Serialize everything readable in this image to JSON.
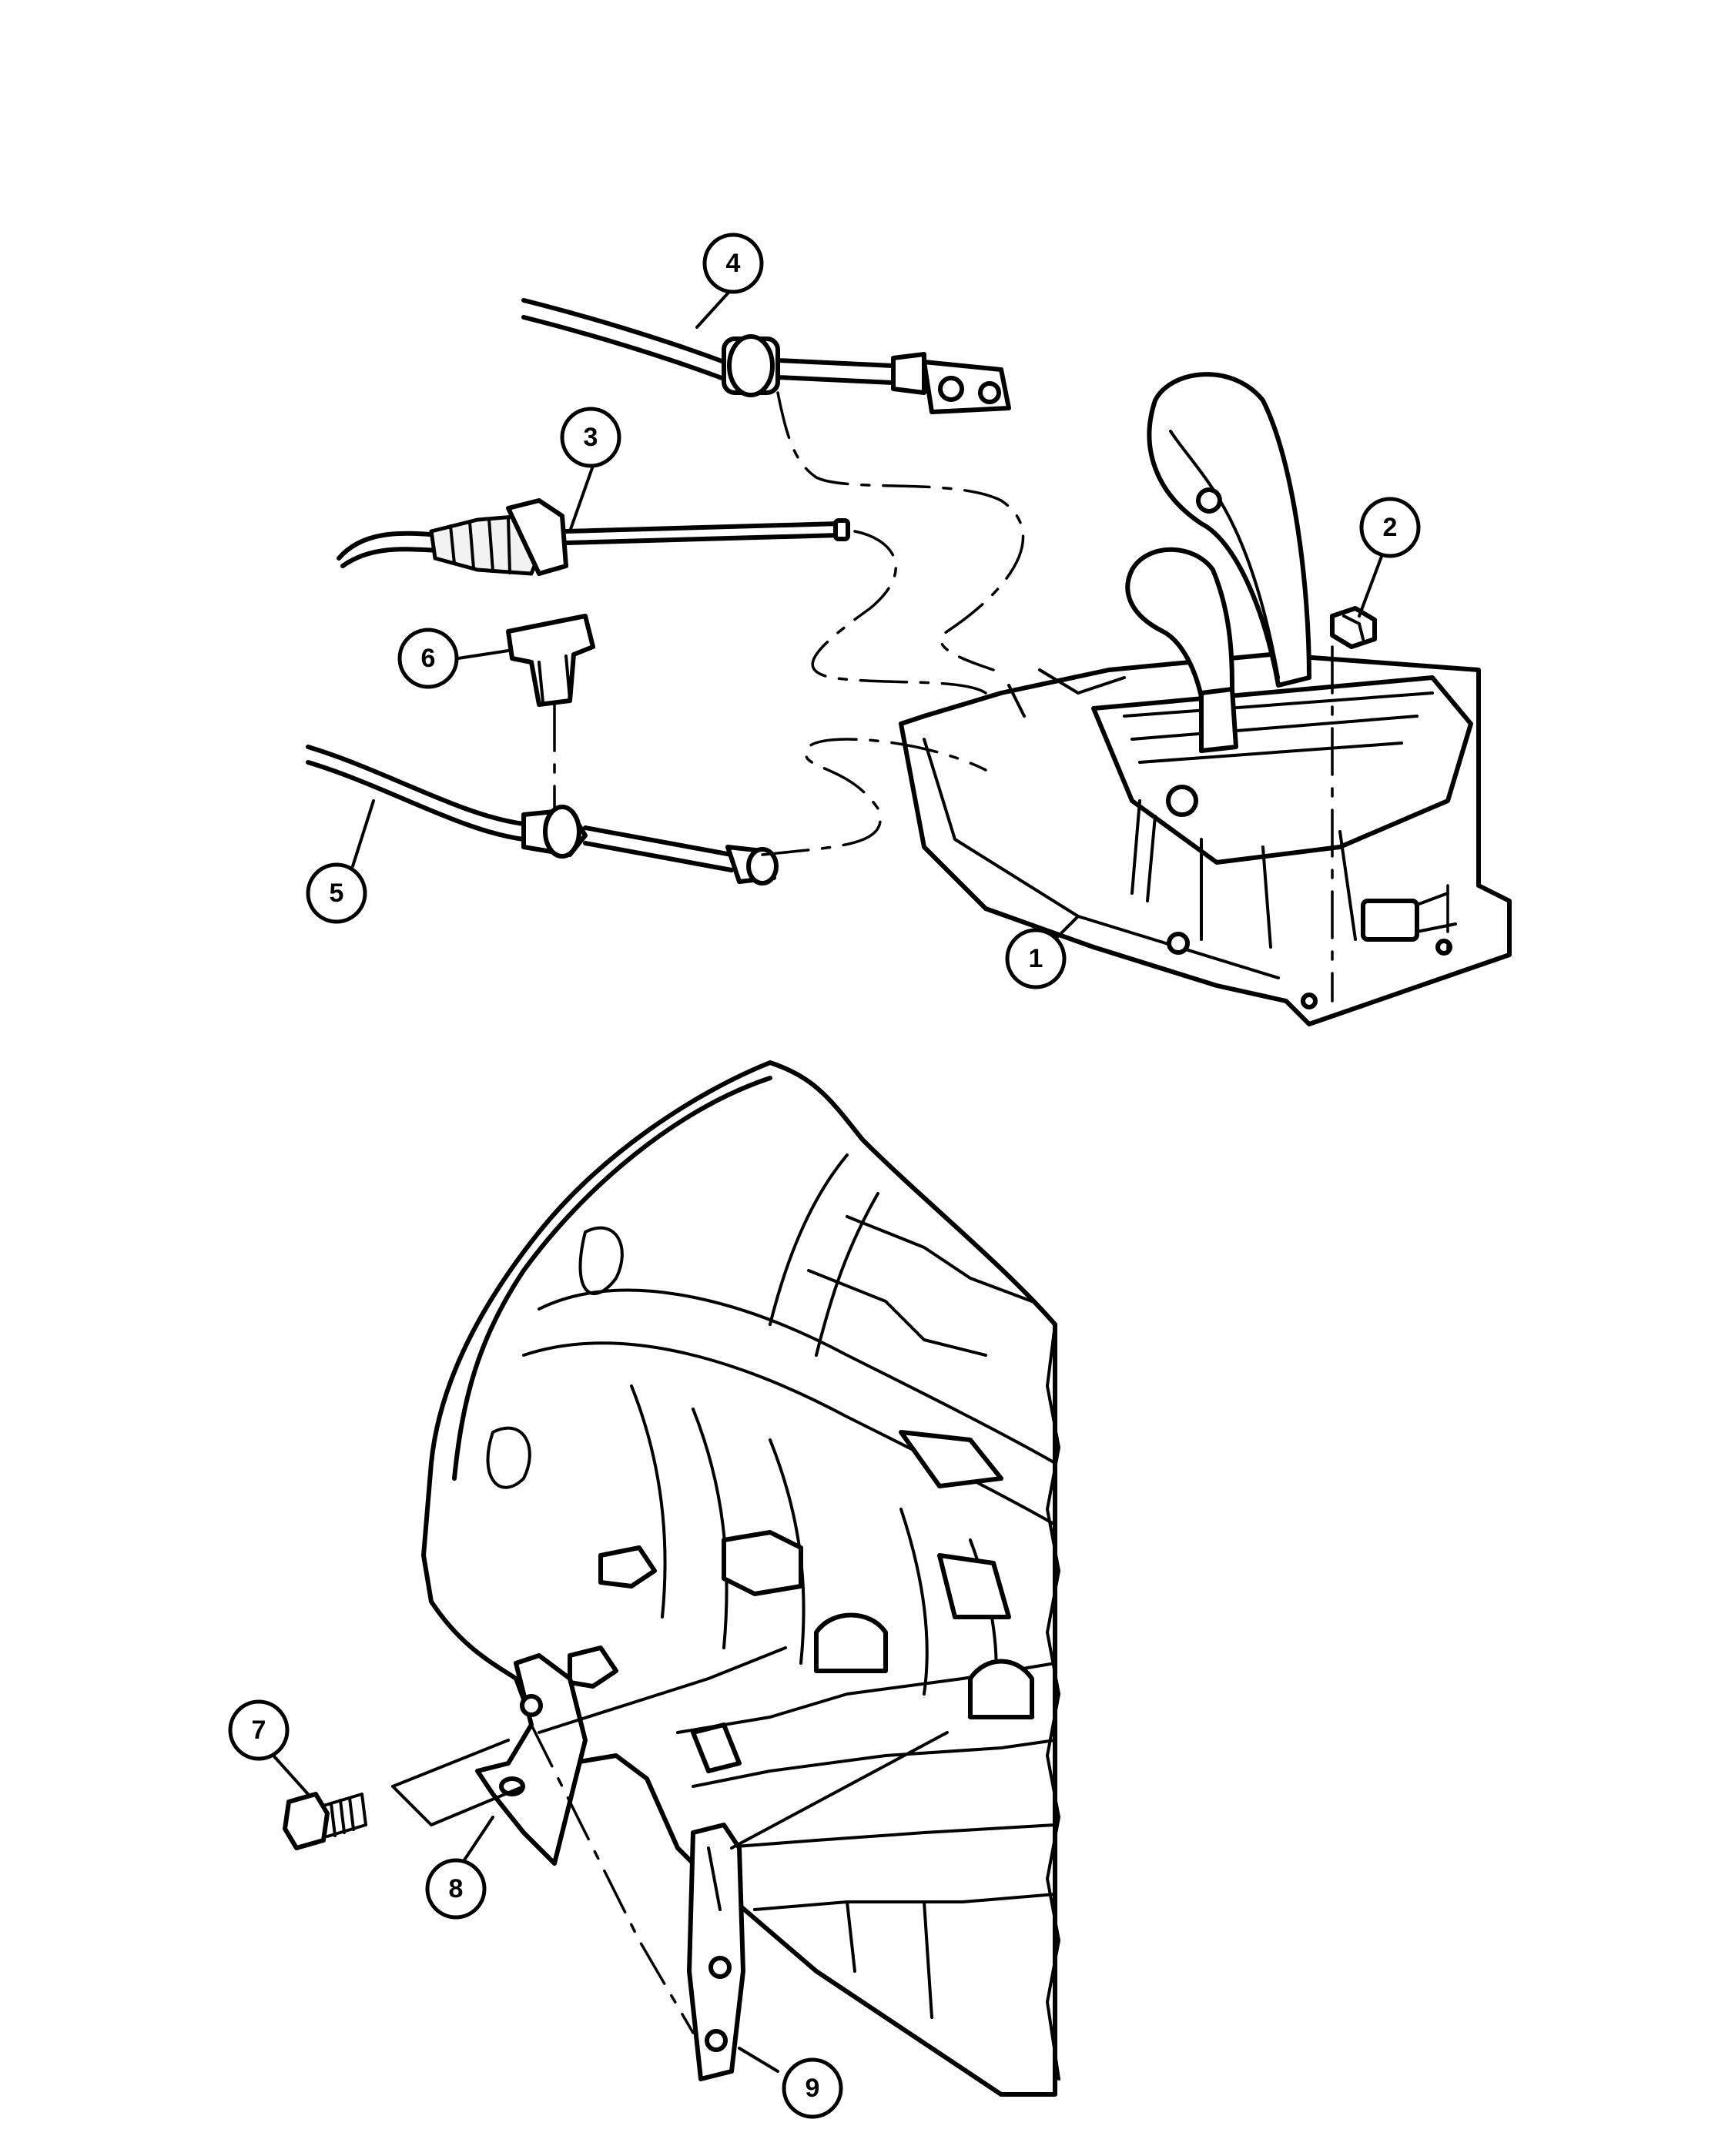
{
  "callouts": [
    {
      "num": "1"
    },
    {
      "num": "2"
    },
    {
      "num": "3"
    },
    {
      "num": "4"
    },
    {
      "num": "5"
    },
    {
      "num": "6"
    },
    {
      "num": "7"
    },
    {
      "num": "8"
    },
    {
      "num": "9"
    }
  ]
}
